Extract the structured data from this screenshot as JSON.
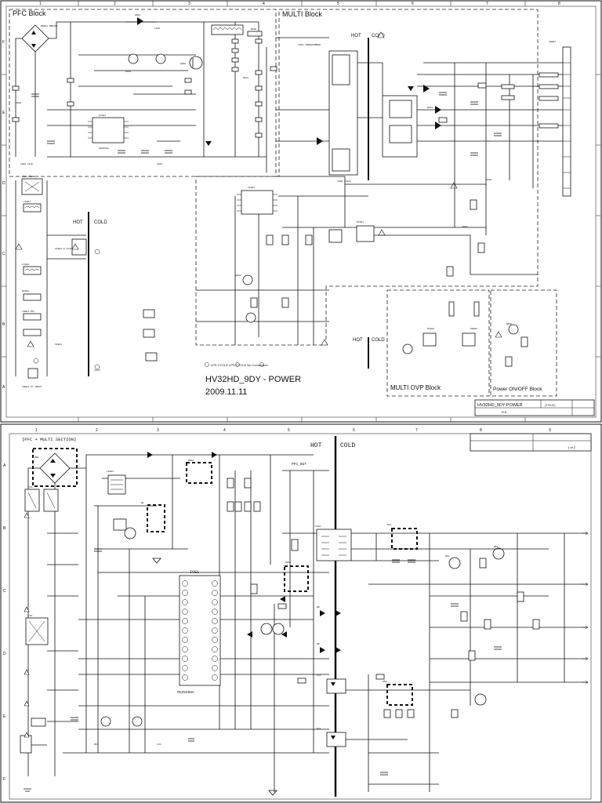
{
  "top_sheet": {
    "pfc_block_label": "PFC Block",
    "multi_block_label": "MULTI Block",
    "hot_label": "HOT",
    "cold_label": "COLD",
    "multi_ovp_label": "MULTI OVP Block",
    "power_onoff_label": "Power ON/OFF Block",
    "legend_text": "LPS CYCLE   LPS CYCLE   No Connection",
    "title": "HV32HD_9DY - POWER",
    "date": "2009.11.11",
    "title_block_name": "HV32HD_9DY-POWER",
    "title_block_tag": "(TITLE)",
    "title_block_rev": "R.E.",
    "grid_cols": [
      "1",
      "2",
      "3",
      "4",
      "5",
      "6",
      "7",
      "8"
    ],
    "grid_rows": [
      "F",
      "E",
      "D",
      "C",
      "B",
      "A"
    ]
  },
  "bottom_sheet": {
    "section_label": "[PFC + MULTI SECTION]",
    "hot_label": "HOT",
    "cold_label": "COLD",
    "pfc_out_label": "PFC_OUT",
    "ic_label": "ICE1",
    "ic_part": "MCZ5208A",
    "sheet_label": "1  of  2",
    "grid_cols": [
      "1",
      "2",
      "3",
      "4",
      "5",
      "6",
      "7",
      "8",
      "9"
    ],
    "grid_rows": [
      "A",
      "B",
      "C",
      "D",
      "E",
      "F"
    ]
  }
}
